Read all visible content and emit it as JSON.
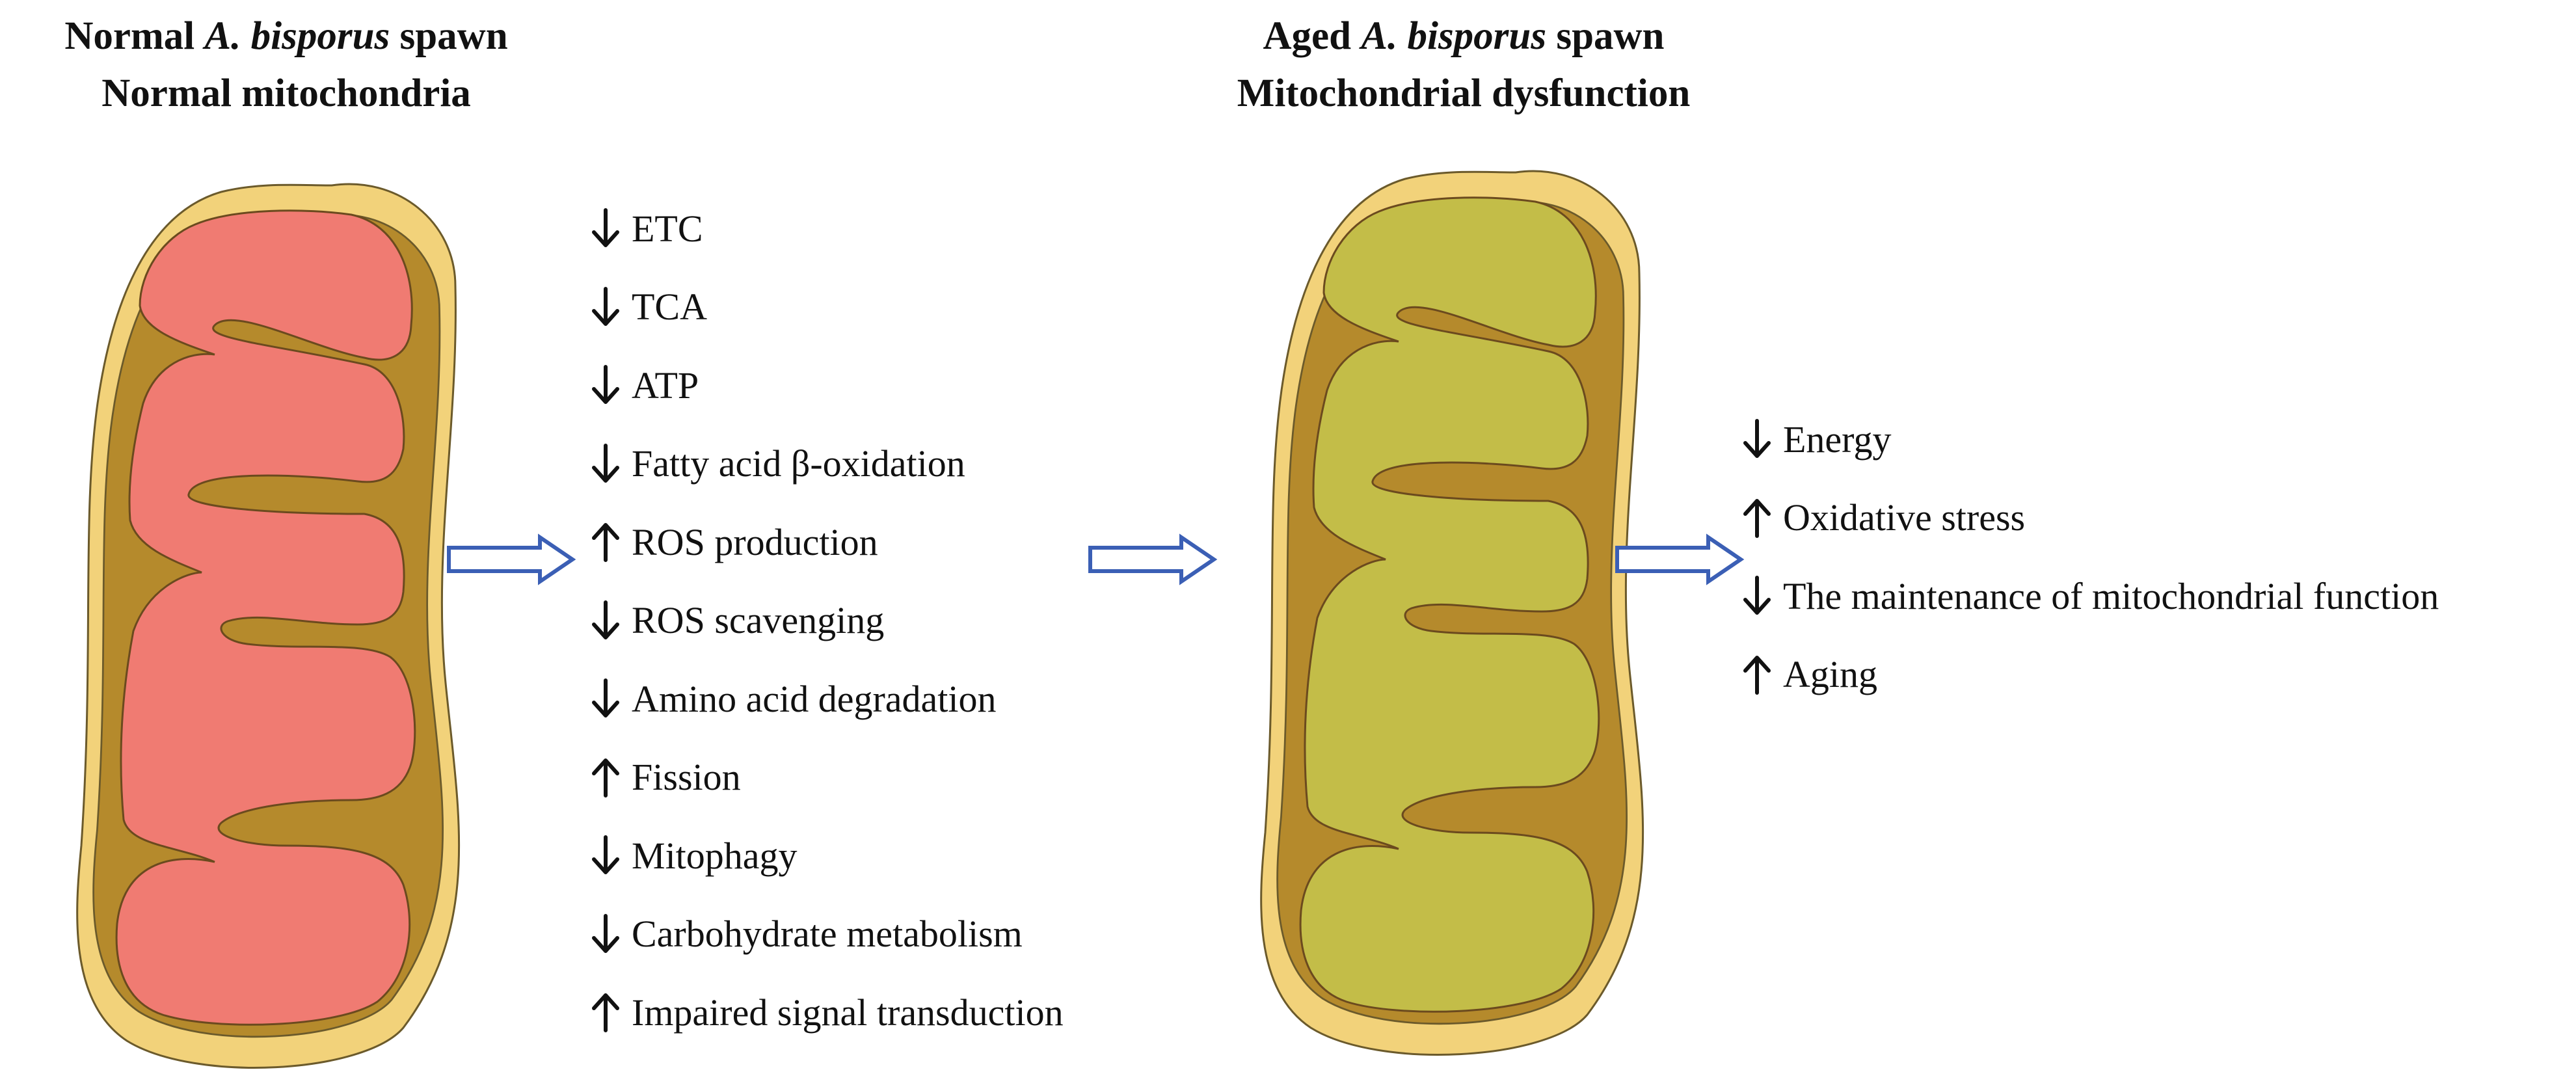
{
  "titles": {
    "left_line1_pre": "Normal ",
    "left_line1_italic": "A. bisporus",
    "left_line1_post": " spawn",
    "left_line2": "Normal mitochondria",
    "right_line1_pre": "Aged ",
    "right_line1_italic": "A. bisporus",
    "right_line1_post": " spawn",
    "right_line2": "Mitochondrial dysfunction"
  },
  "middle_list": [
    {
      "direction": "down",
      "label": "ETC"
    },
    {
      "direction": "down",
      "label": "TCA"
    },
    {
      "direction": "down",
      "label": "ATP"
    },
    {
      "direction": "down",
      "label": "Fatty acid β-oxidation"
    },
    {
      "direction": "up",
      "label": "ROS production"
    },
    {
      "direction": "down",
      "label": "ROS scavenging"
    },
    {
      "direction": "down",
      "label": "Amino acid degradation"
    },
    {
      "direction": "up",
      "label": "Fission"
    },
    {
      "direction": "down",
      "label": "Mitophagy"
    },
    {
      "direction": "down",
      "label": "Carbohydrate metabolism"
    },
    {
      "direction": "up",
      "label": "Impaired signal transduction"
    }
  ],
  "right_list": [
    {
      "direction": "down",
      "label": "Energy"
    },
    {
      "direction": "up",
      "label": "Oxidative stress"
    },
    {
      "direction": "down",
      "label": "The maintenance of mitochondrial function"
    },
    {
      "direction": "up",
      "label": "Aging"
    }
  ],
  "colors": {
    "outer_membrane": "#f2d27a",
    "outer_stroke": "#6b5a2b",
    "matrix_band": "#b58a2c",
    "normal_matrix": "#f07b72",
    "aged_matrix": "#c3bd48",
    "flow_arrow": "#3b5fb5"
  }
}
